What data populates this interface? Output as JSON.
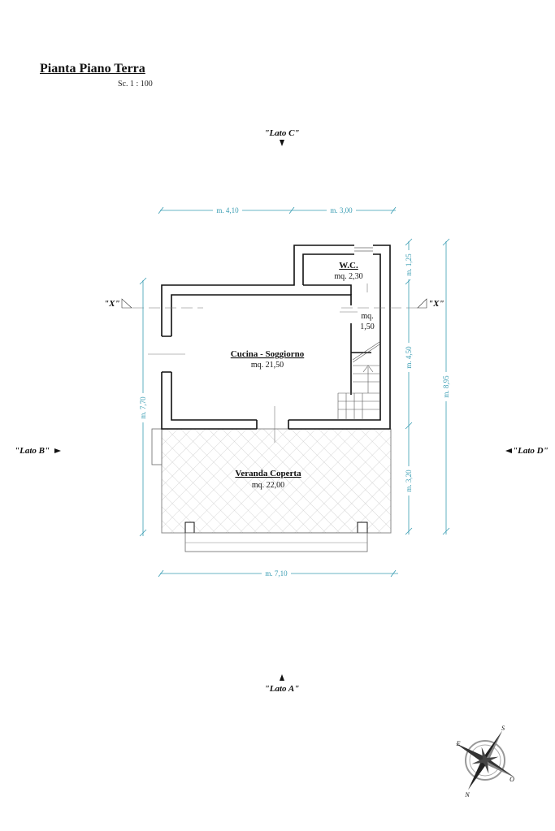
{
  "header": {
    "title": "Pianta Piano Terra",
    "scale": "Sc. 1 : 100"
  },
  "sides": {
    "c": "\"Lato C\"",
    "a": "\"Lato A\"",
    "b": "\"Lato B\"",
    "d": "\"Lato D\""
  },
  "section": {
    "left": "\"X\"",
    "right": "\"X\""
  },
  "rooms": {
    "wc_name": "W.C.",
    "wc_area": "mq. 2,30",
    "hall_area_1": "mq.",
    "hall_area_2": "1,50",
    "kitchen_name": "Cucina - Soggiorno",
    "kitchen_area": "mq. 21,50",
    "veranda_name": "Veranda Coperta",
    "veranda_area": "mq. 22,00"
  },
  "dimensions": {
    "top_left": "m. 4,10",
    "top_right": "m. 3,00",
    "bottom": "m. 7,10",
    "left": "m. 7,70",
    "right_1": "m. 1,25",
    "right_2": "m. 4,50",
    "right_3": "m. 3,20",
    "right_total": "m. 8,95"
  },
  "compass": {
    "n": "N",
    "s": "S",
    "e": "E",
    "o": "O"
  },
  "colors": {
    "dimension": "#3a9db3",
    "wall": "#111111"
  }
}
